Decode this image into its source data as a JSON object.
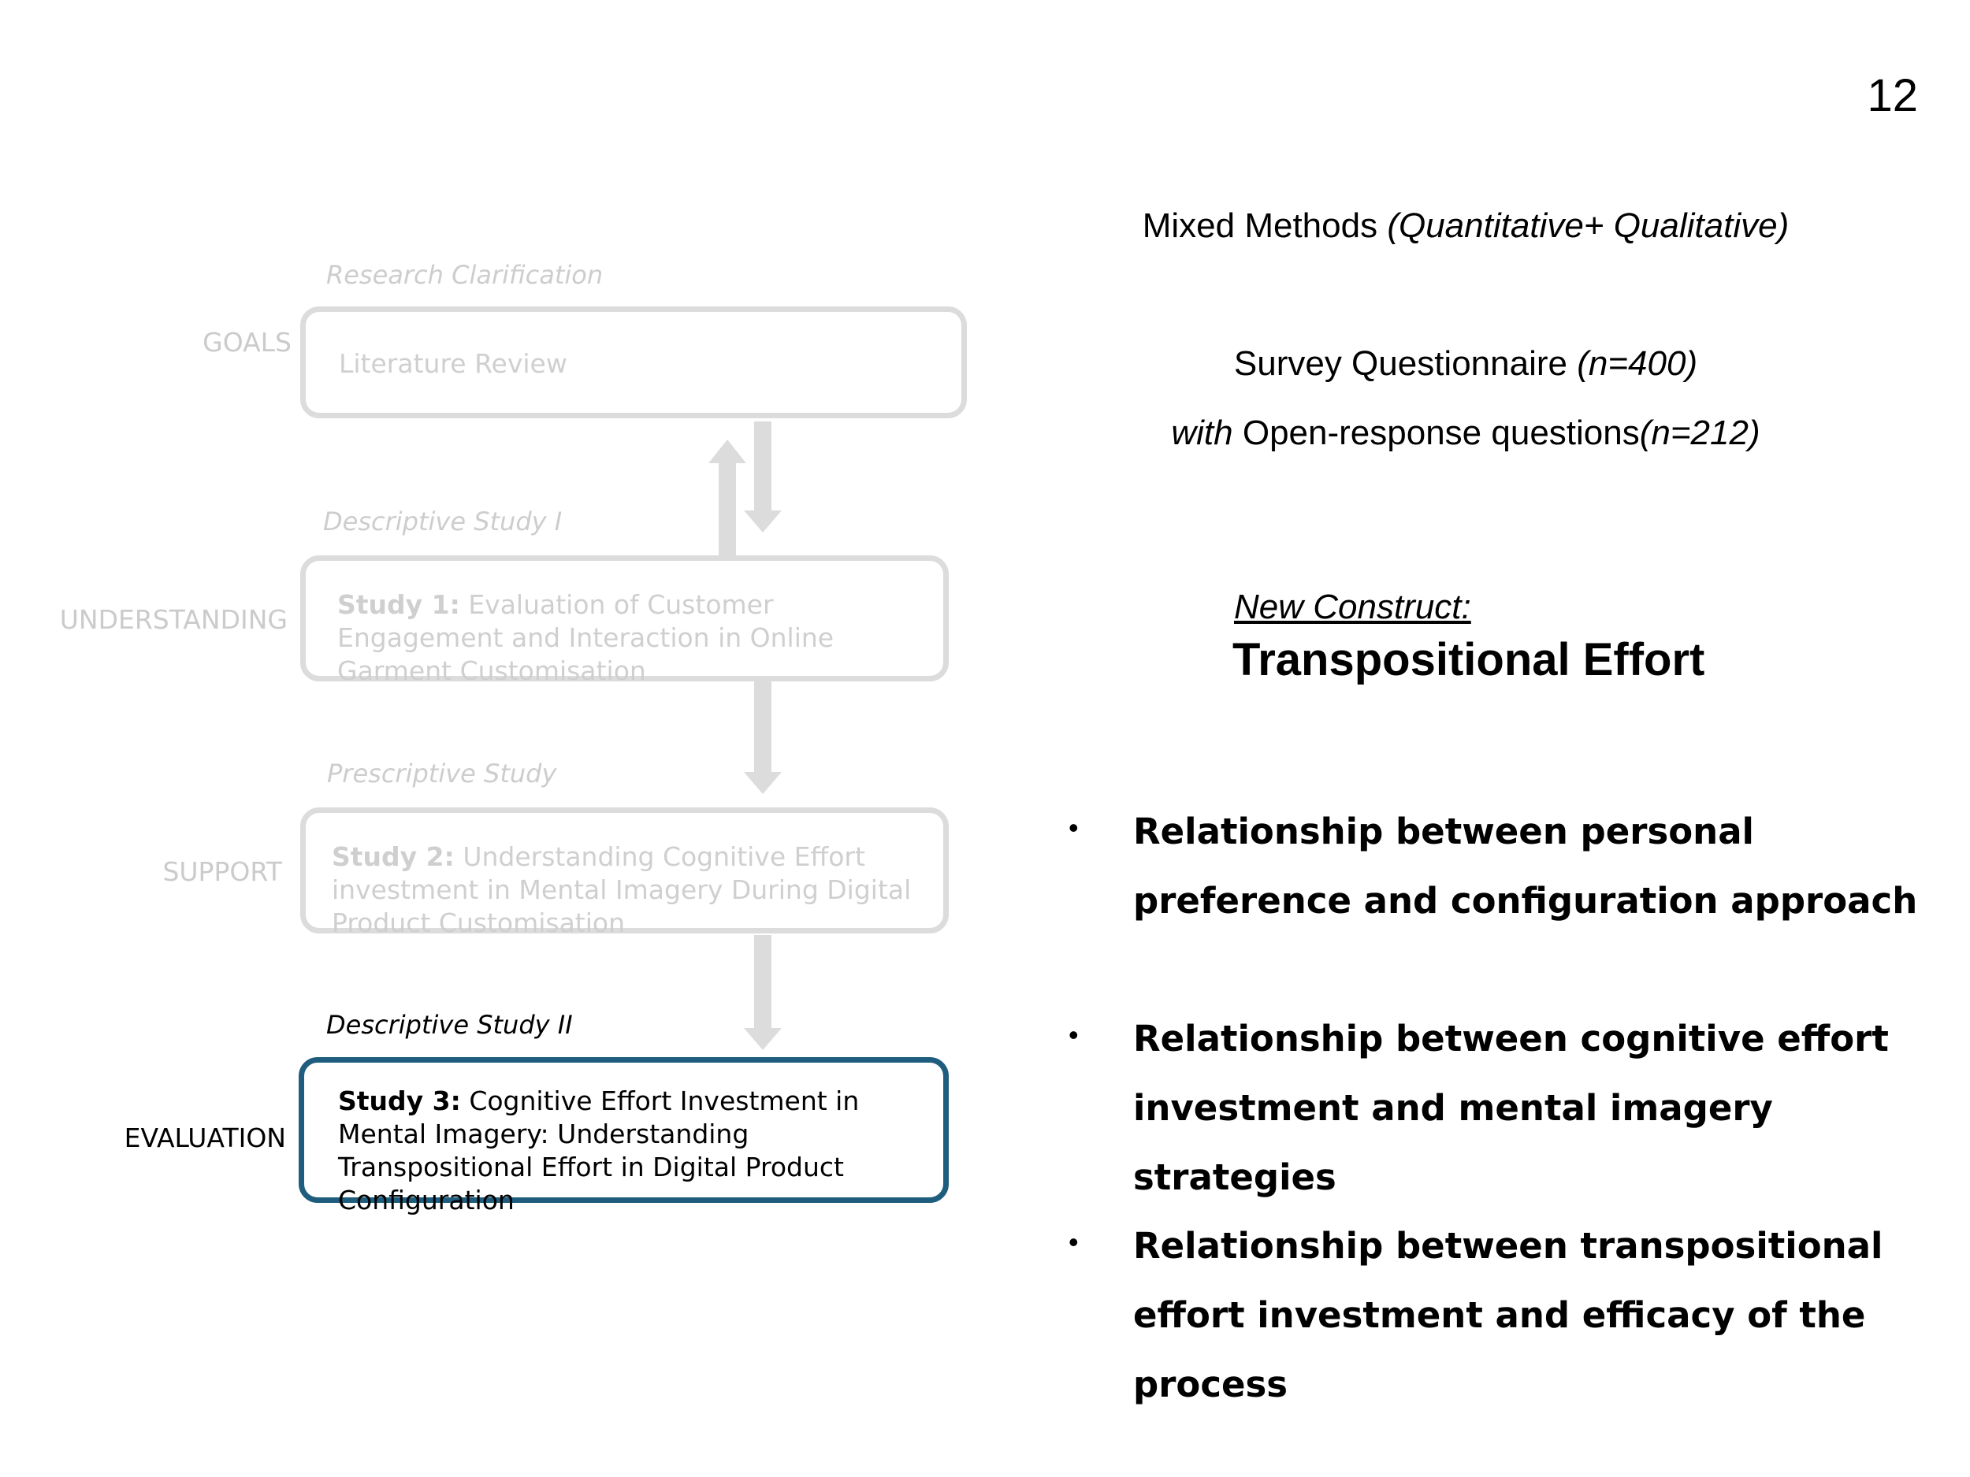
{
  "page_number": "12",
  "diagram": {
    "stages": [
      {
        "label": "GOALS",
        "heading": "Research Clarification",
        "study_prefix": "",
        "text": "Literature Review",
        "active": false
      },
      {
        "label": "UNDERSTANDING",
        "heading": "Descriptive Study I",
        "study_prefix": "Study 1:",
        "text": " Evaluation of Customer Engagement and Interaction in Online Garment Customisation",
        "active": false
      },
      {
        "label": "SUPPORT",
        "heading": "Prescriptive Study",
        "study_prefix": "Study 2:",
        "text": " Understanding Cognitive Effort investment in Mental Imagery During Digital Product Customisation",
        "active": false
      },
      {
        "label": "EVALUATION",
        "heading": "Descriptive Study II",
        "study_prefix": "Study 3:",
        "text": " Cognitive Effort Investment in Mental Imagery: Understanding Transpositional Effort in Digital Product Configuration",
        "active": true
      }
    ],
    "colors": {
      "inactive": "#dcdcdc",
      "inactive_text": "#cfcfcf",
      "active_border": "#1e5d7d"
    }
  },
  "methods": {
    "main": "Mixed Methods",
    "qualifier": "(Quantitative+ Qualitative)"
  },
  "survey": {
    "line1_main": "Survey Questionnaire",
    "line1_n": "(n=400)",
    "line2_prefix": "with",
    "line2_main": "Open-response questions",
    "line2_n": "(n=212)"
  },
  "construct": {
    "label": "New Construct:",
    "name": "Transpositional Effort"
  },
  "bullets": [
    "Relationship between personal preference and configuration approach",
    "Relationship between cognitive effort investment and mental imagery strategies",
    "Relationship between transpositional effort investment and efficacy of the process"
  ]
}
